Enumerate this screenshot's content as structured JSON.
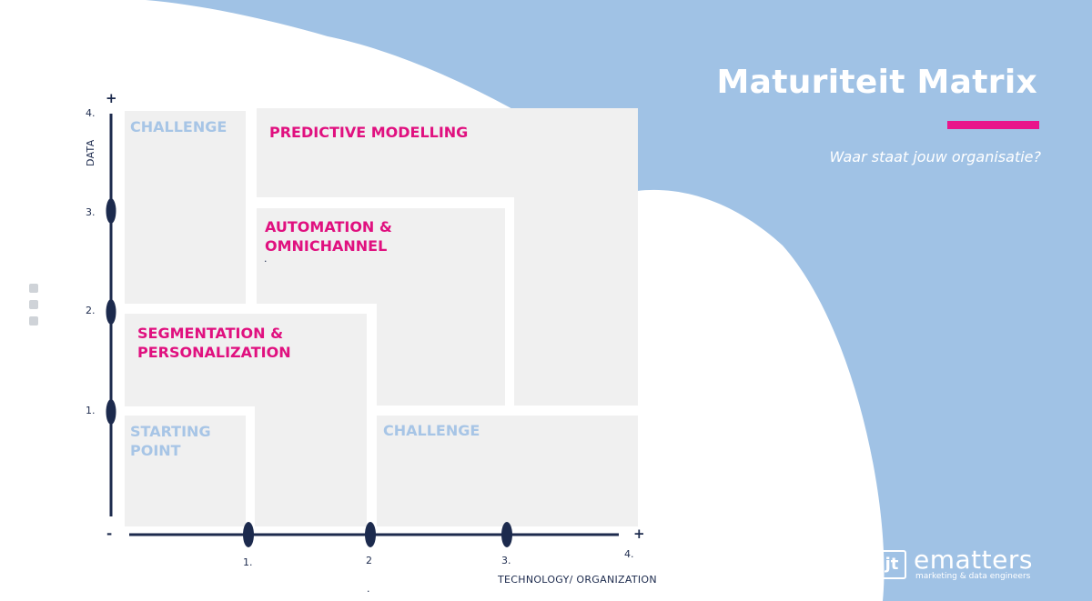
{
  "header": {
    "title": "Maturiteit Matrix",
    "subtitle": "Waar staat jouw organisatie?",
    "accent_color": "#e9158b",
    "background_color": "#a0c2e5"
  },
  "matrix": {
    "blocks": [
      {
        "id": "challenge-top-left",
        "label": "CHALLENGE",
        "style": "light-blue"
      },
      {
        "id": "predictive-modelling",
        "label": "PREDICTIVE MODELLING",
        "style": "pink"
      },
      {
        "id": "automation-omnichannel",
        "label": "AUTOMATION &\nOMNICHANNEL",
        "style": "pink"
      },
      {
        "id": "segmentation-personalization",
        "label": "SEGMENTATION &\nPERSONALIZATION",
        "style": "pink"
      },
      {
        "id": "starting-point",
        "label": "STARTING\nPOINT",
        "style": "light-blue"
      },
      {
        "id": "challenge-bottom-right",
        "label": "CHALLENGE",
        "style": "light-blue"
      }
    ],
    "small_mark": "."
  },
  "y_axis": {
    "title": "DATA",
    "plus": "+",
    "minus": "-",
    "ticks": [
      "4.",
      "3.",
      "2.",
      "1."
    ]
  },
  "x_axis": {
    "title": "TECHNOLOGY/ ORGANIZATION",
    "plus": "+",
    "ticks": [
      "1.",
      "2",
      "3.",
      "4."
    ],
    "small_mark": "."
  },
  "logo": {
    "mark": "jt",
    "name": "ematters",
    "tagline": "marketing & data engineers"
  }
}
